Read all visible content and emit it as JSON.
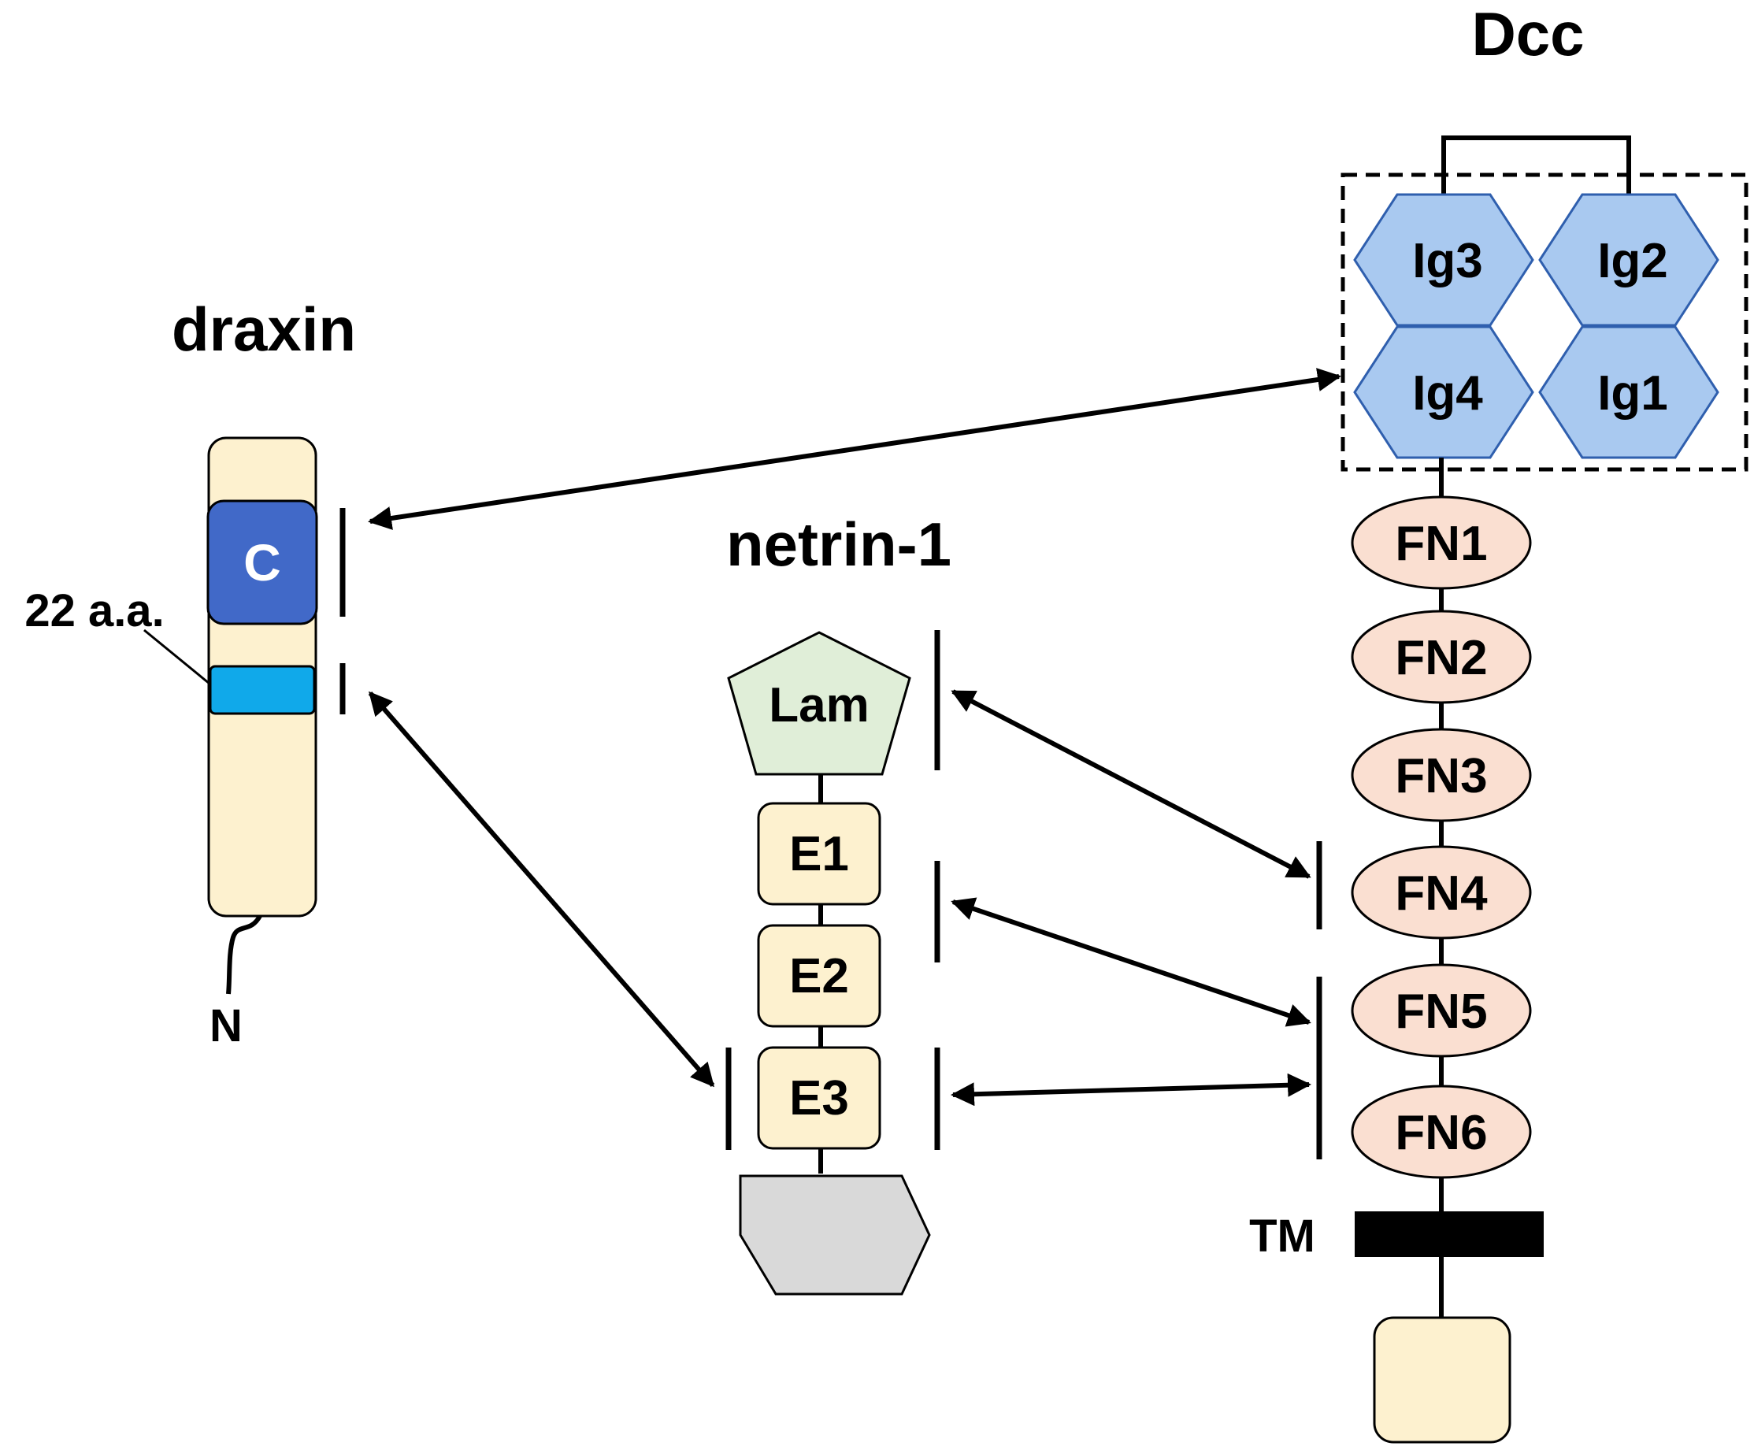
{
  "colors": {
    "draxin_body": "#FDF1CF",
    "c_domain": "#4169C8",
    "aa22_band": "#10A9EA",
    "ig": "#A9C9F0",
    "ig_stroke": "#2F5FAE",
    "fn": "#FADFD1",
    "lam": "#E0EED8",
    "egf": "#FDF1CF",
    "ct": "#D9D9D9",
    "tm": "#000000",
    "cyto": "#FDF1CF"
  },
  "draxin": {
    "title": "draxin",
    "c_domain_label": "C",
    "band_label": "22 a.a.",
    "n_label": "N"
  },
  "netrin": {
    "title": "netrin-1",
    "lam_label": "Lam",
    "e1_label": "E1",
    "e2_label": "E2",
    "e3_label": "E3"
  },
  "dcc": {
    "title": "Dcc",
    "ig3_label": "Ig3",
    "ig2_label": "Ig2",
    "ig4_label": "Ig4",
    "ig1_label": "Ig1",
    "fn_labels": [
      "FN1",
      "FN2",
      "FN3",
      "FN4",
      "FN5",
      "FN6"
    ],
    "tm_label": "TM"
  },
  "interactions": [
    {
      "from": "draxin C domain",
      "to": "Dcc Ig1-Ig4"
    },
    {
      "from": "draxin 22 a.a.",
      "to": "netrin-1 E3"
    },
    {
      "from": "netrin-1 Lam",
      "to": "Dcc FN4"
    },
    {
      "from": "netrin-1 E1-E2",
      "to": "Dcc FN5"
    },
    {
      "from": "netrin-1 E3",
      "to": "Dcc FN5-FN6"
    }
  ]
}
